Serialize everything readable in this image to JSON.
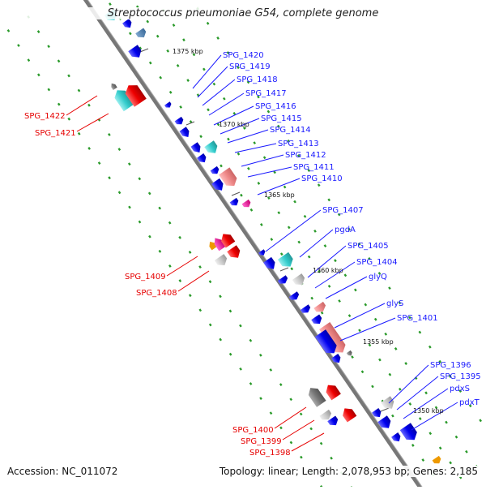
{
  "title": "Streptococcus pneumoniae G54, complete genome",
  "accession_text": "Accession: NC_011072",
  "summary_text": "Topology: linear; Length: 2,078,953 bp; Genes: 2,185",
  "scale_labels": [
    "1375 kbp",
    "1370 kbp",
    "1365 kbp",
    "1360 kbp",
    "1355 kbp",
    "1350 kbp"
  ],
  "forward_strand_genes": [
    "SPG_1420",
    "SPG_1419",
    "SPG_1418",
    "SPG_1417",
    "SPG_1416",
    "SPG_1415",
    "SPG_1414",
    "SPG_1413",
    "SPG_1412",
    "SPG_1411",
    "SPG_1410",
    "SPG_1407",
    "pgdA",
    "SPG_1405",
    "SPG_1404",
    "glyQ",
    "glyS",
    "SPG_1401",
    "SPG_1396",
    "SPG_1395",
    "pdxS",
    "pdxT"
  ],
  "reverse_strand_genes": [
    "SPG_1422",
    "SPG_1421",
    "SPG_1409",
    "SPG_1408",
    "SPG_1400",
    "SPG_1399",
    "SPG_1398"
  ],
  "colors": {
    "forward_label": "#1a1aff",
    "reverse_label": "#e60000",
    "blue_gene": "#0000ee",
    "red_gene": "#ee0000",
    "cyan_gene": "#33cccc",
    "pink_gene": "#ee8888",
    "gray_gene": "#c8c8c8",
    "dark_gray_gene": "#777777",
    "magenta_gene": "#ee1199",
    "orange_gene": "#ee9900",
    "steel_gene": "#4f7fb0",
    "axis": "#777777",
    "tick_dots": "#2a9a2a"
  }
}
